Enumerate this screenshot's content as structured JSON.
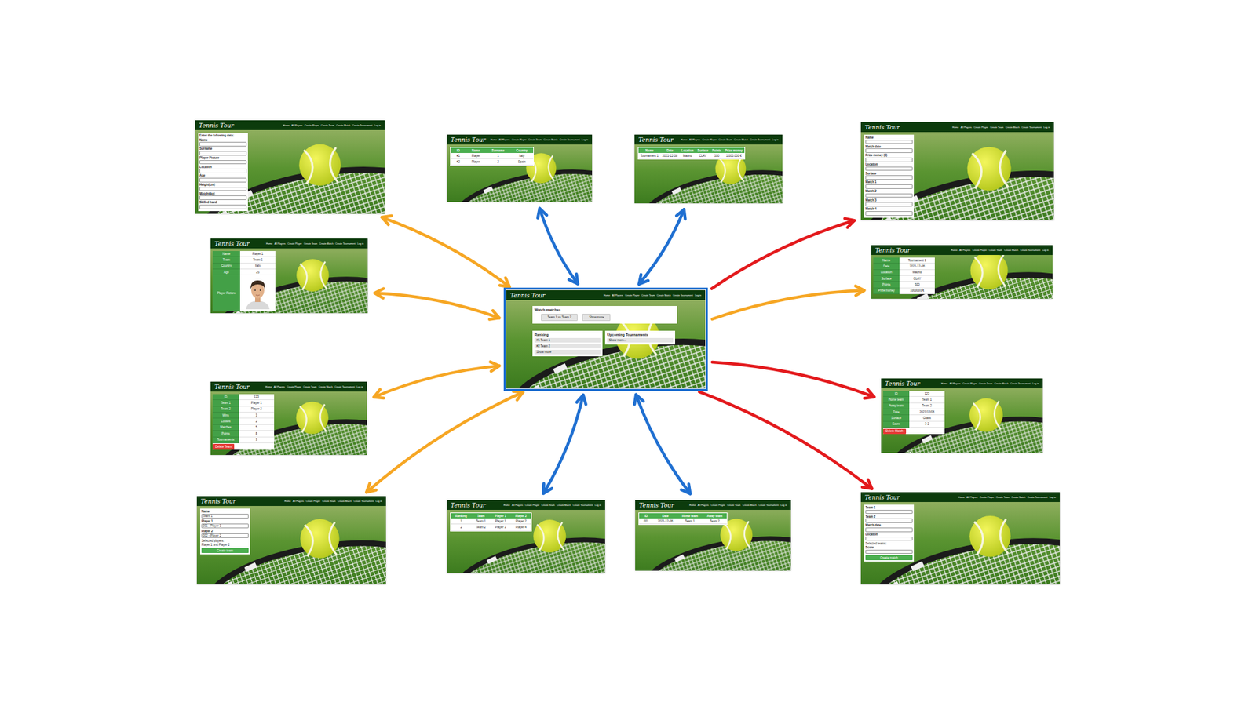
{
  "diagram": {
    "nodes": [
      {
        "text": [
          "Tennis Tour",
          "Home",
          "All Players",
          "Create Player",
          "Create Team",
          "Create Match",
          "Create Tournament",
          "Log in",
          "Enter the following data:",
          "Name",
          "Surname",
          "Player Picture",
          "Location",
          "Age",
          "Height(cm)",
          "Weight(kg)",
          "Skilled hand"
        ]
      },
      {
        "text": [
          "Tennis Tour",
          "Home",
          "All Players",
          "Create Player",
          "Create Team",
          "Create Match",
          "Create Tournament",
          "Log in",
          "ID",
          "Name",
          "Surname",
          "Country",
          "#1",
          "Player",
          "1",
          "Italy",
          "#2",
          "Player",
          "2",
          "Spain"
        ]
      },
      {
        "text": [
          "Tennis Tour",
          "Home",
          "All Players",
          "Create Player",
          "Create Team",
          "Create Match",
          "Create Tournament",
          "Log in",
          "Name",
          "Date",
          "Location",
          "Surface",
          "Points",
          "Prize money",
          "Tournament 1",
          "2021-12-08",
          "Madrid",
          "CLAY",
          "500",
          "1.000.000 €"
        ]
      },
      {
        "text": [
          "Tennis Tour",
          "Home",
          "All Players",
          "Create Player",
          "Create Team",
          "Create Match",
          "Create Tournament",
          "Log in",
          "Name",
          "Match date",
          "Prize money (€)",
          "Location",
          "Surface",
          "Match 1",
          "Match 2",
          "Match 3",
          "Match 4"
        ]
      },
      {
        "text": [
          "Tennis Tour",
          "Home",
          "All Players",
          "Create Player",
          "Create Team",
          "Create Match",
          "Create Tournament",
          "Log in",
          "Name",
          "Player 1",
          "Team",
          "Team 1",
          "Country",
          "Italy",
          "Age",
          "25",
          "Player Picture"
        ]
      },
      {
        "text": [
          "Tennis Tour",
          "Home",
          "All Players",
          "Create Player",
          "Create Team",
          "Create Match",
          "Create Tournament",
          "Log in",
          "Watch matches",
          "Team 1 vs Team 2",
          "Show more",
          "Ranking",
          "#1 Team 1",
          "#2 Team 2",
          "Show more",
          "Upcoming Tournaments",
          "Show more..."
        ]
      },
      {
        "text": [
          "Tennis Tour",
          "Home",
          "All Players",
          "Create Player",
          "Create Team",
          "Create Match",
          "Create Tournament",
          "Log in",
          "Name",
          "Tournament 1",
          "Date",
          "2021-12-08",
          "Location",
          "Madrid",
          "Surface",
          "CLAY",
          "Points",
          "500",
          "Prize money",
          "1000000 €"
        ]
      },
      {
        "text": [
          "Tennis Tour",
          "Home",
          "All Players",
          "Create Player",
          "Create Team",
          "Create Match",
          "Create Tournament",
          "Log in",
          "ID",
          "123",
          "Team 1",
          "Player 1",
          "Team 2",
          "Player 2",
          "Wins",
          "3",
          "Losses",
          "2",
          "Matches",
          "5",
          "Points",
          "8",
          "Tournaments",
          "3",
          "Delete Team"
        ]
      },
      {
        "text": [
          "Tennis Tour",
          "Home",
          "All Players",
          "Create Player",
          "Create Team",
          "Create Match",
          "Create Tournament",
          "Log in",
          "ID",
          "123",
          "Home team",
          "Team 1",
          "Away team",
          "Team 2",
          "Date",
          "2021/12/08",
          "Surface",
          "Grass",
          "Score",
          "3-2",
          "Delete Match"
        ]
      },
      {
        "text": [
          "Tennis Tour",
          "Home",
          "All Players",
          "Create Player",
          "Create Team",
          "Create Match",
          "Create Tournament",
          "Log in",
          "Name",
          "Team 1",
          "Player 1",
          "001 - Player 1",
          "Player 2",
          "002 - Player 2",
          "Selected players:",
          "Player 1 and Player 2",
          "Create team"
        ]
      },
      {
        "text": [
          "Tennis Tour",
          "Home",
          "All Players",
          "Create Player",
          "Create Team",
          "Create Match",
          "Create Tournament",
          "Log in",
          "Ranking",
          "Team",
          "Player 1",
          "Player 2",
          "1",
          "Team 1",
          "Player 1",
          "Player 2",
          "2",
          "Team 2",
          "Player 3",
          "Player 4"
        ]
      },
      {
        "text": [
          "Tennis Tour",
          "Home",
          "All Players",
          "Create Player",
          "Create Team",
          "Create Match",
          "Create Tournament",
          "Log in",
          "ID",
          "Date",
          "Home team",
          "Away team",
          "001",
          "2021-12-08",
          "Team 1",
          "Team 2"
        ]
      },
      {
        "text": [
          "Tennis Tour",
          "Home",
          "All Players",
          "Create Player",
          "Create Team",
          "Create Match",
          "Create Tournament",
          "Log in",
          "Team 1",
          "Team 2",
          "Match date",
          "Location",
          "Selected teams:",
          "Score",
          "Create match"
        ]
      }
    ],
    "edges": [
      {
        "from": 5,
        "to": 0,
        "arrow": "both"
      },
      {
        "from": 5,
        "to": 1,
        "arrow": "both"
      },
      {
        "from": 5,
        "to": 2,
        "arrow": "both"
      },
      {
        "from": 5,
        "to": 3,
        "arrow": "to"
      },
      {
        "from": 5,
        "to": 4,
        "arrow": "both"
      },
      {
        "from": 5,
        "to": 6,
        "arrow": "to"
      },
      {
        "from": 5,
        "to": 7,
        "arrow": "both"
      },
      {
        "from": 5,
        "to": 8,
        "arrow": "to"
      },
      {
        "from": 5,
        "to": 9,
        "arrow": "both"
      },
      {
        "from": 5,
        "to": 10,
        "arrow": "both"
      },
      {
        "from": 5,
        "to": 11,
        "arrow": "both"
      },
      {
        "from": 5,
        "to": 12,
        "arrow": "to"
      }
    ]
  }
}
